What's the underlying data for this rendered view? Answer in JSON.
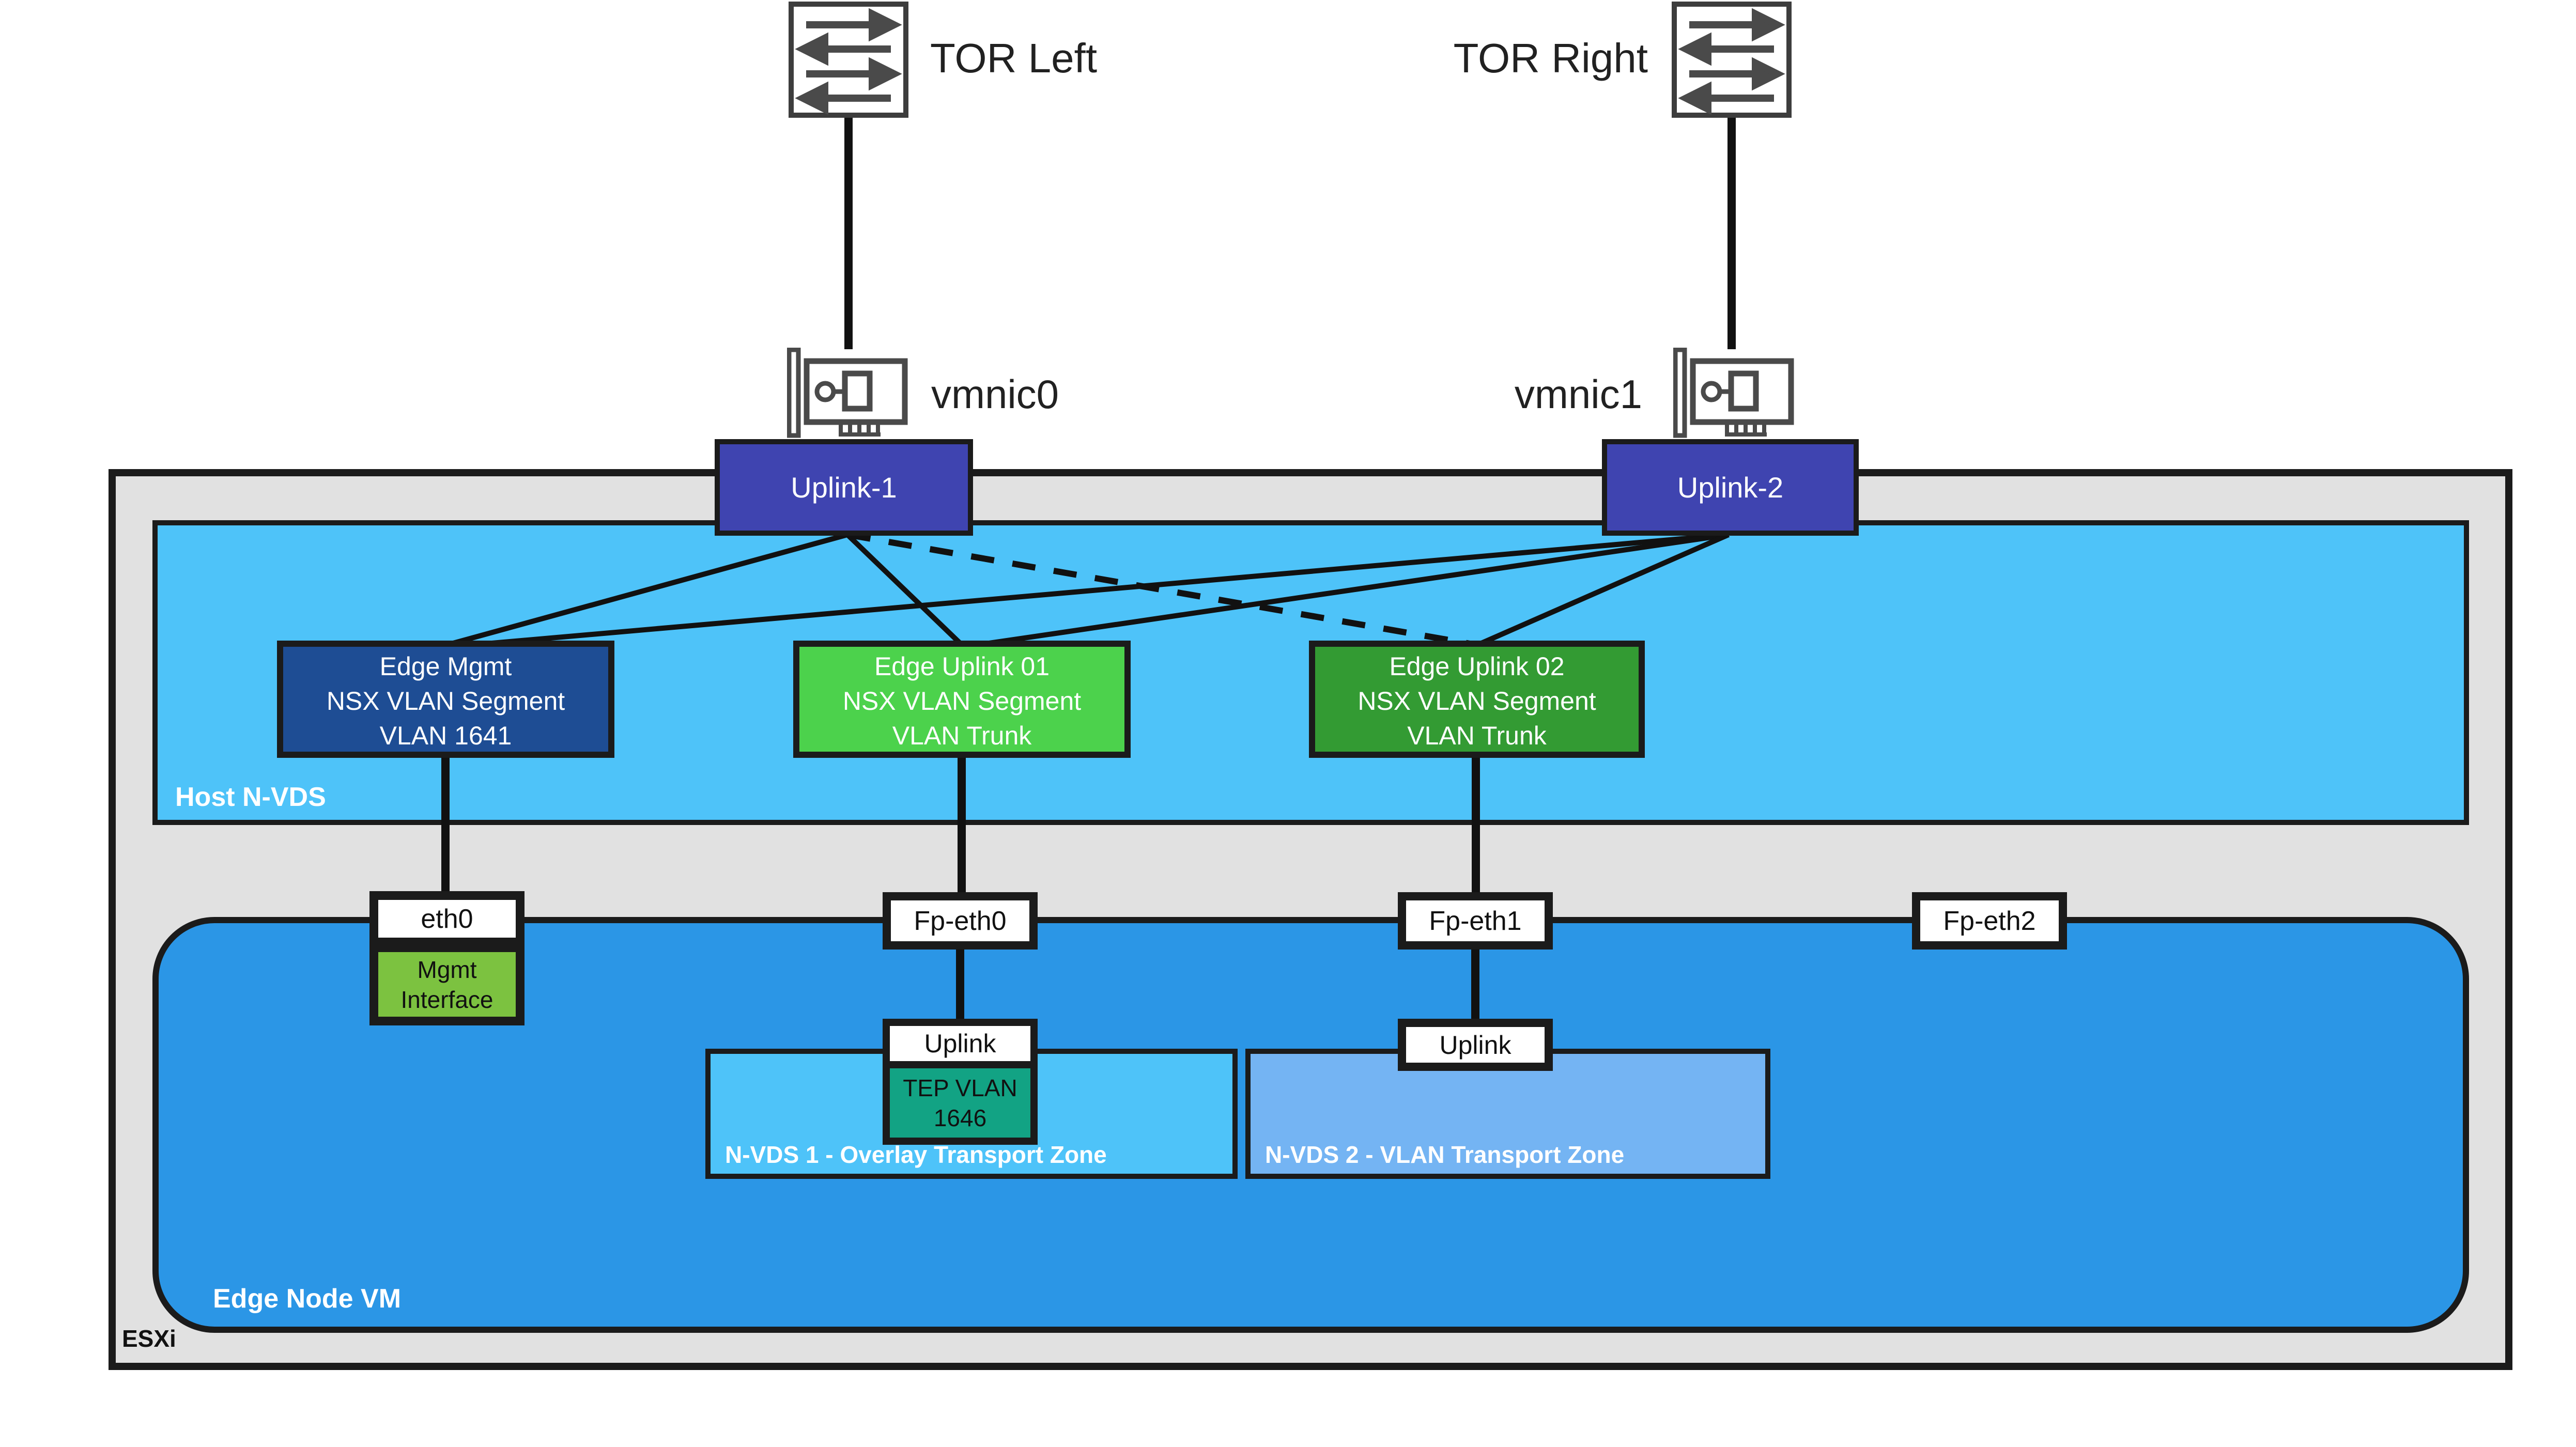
{
  "colors": {
    "uplink_box": "#3F44B0",
    "edge_mgmt_segment": "#1E4D94",
    "edge_uplink01_segment": "#4CD24C",
    "edge_uplink02_segment": "#339B33",
    "host_nvds_bg": "#4EC3F9",
    "edge_node_vm_bg": "#2B96E6",
    "nvds1_bg": "#4EC3F9",
    "nvds2_bg": "#74B4F3",
    "mgmt_interface_bg": "#7CC240",
    "tep_bg": "#12A384",
    "esxi_bg": "#E1E1E1",
    "border": "#1B1B1B",
    "wire": "#111111"
  },
  "top": {
    "tor_left": "TOR Left",
    "tor_right": "TOR Right",
    "vmnic0": "vmnic0",
    "vmnic1": "vmnic1"
  },
  "uplinks": {
    "uplink1": "Uplink-1",
    "uplink2": "Uplink-2"
  },
  "esxi": {
    "label": "ESXi"
  },
  "host_nvds": {
    "label": "Host N-VDS",
    "segments": [
      {
        "lines": [
          "Edge Mgmt",
          "NSX VLAN Segment",
          "VLAN 1641"
        ]
      },
      {
        "lines": [
          "Edge Uplink 01",
          "NSX VLAN Segment",
          "VLAN Trunk"
        ]
      },
      {
        "lines": [
          "Edge Uplink 02",
          "NSX VLAN Segment",
          "VLAN Trunk"
        ]
      }
    ]
  },
  "edge_node_vm": {
    "label": "Edge Node VM",
    "eth0": "eth0",
    "mgmt_interface": "Mgmt Interface",
    "fp_eth0": "Fp-eth0",
    "fp_eth1": "Fp-eth1",
    "fp_eth2": "Fp-eth2",
    "nvds1": {
      "label": "N-VDS 1 - Overlay Transport Zone",
      "uplink": "Uplink",
      "tep": "TEP VLAN 1646"
    },
    "nvds2": {
      "label": "N-VDS 2 - VLAN Transport Zone",
      "uplink": "Uplink"
    }
  }
}
